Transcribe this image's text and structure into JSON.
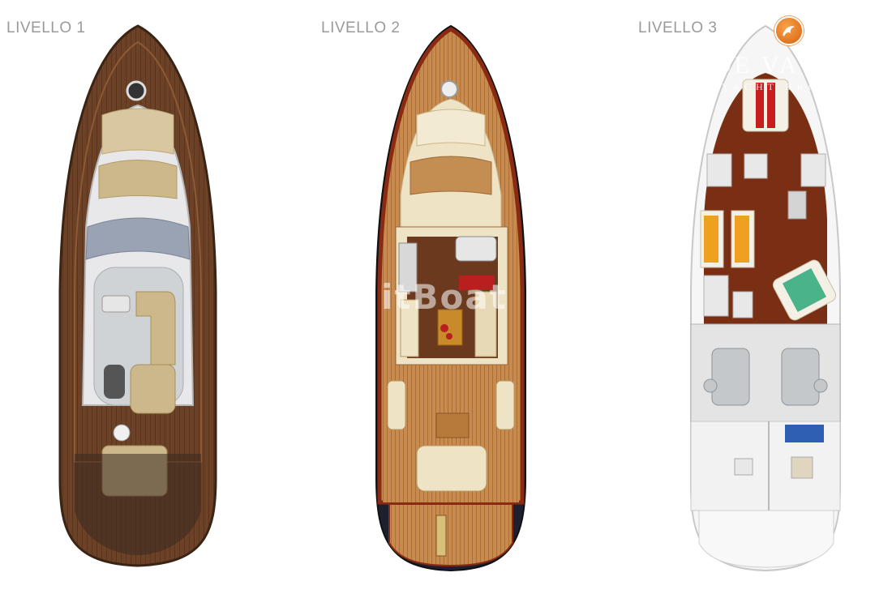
{
  "levels": [
    {
      "label": "LIVELLO 1"
    },
    {
      "label": "LIVELLO 2"
    },
    {
      "label": "LIVELLO 3"
    }
  ],
  "watermark": "itBoat",
  "brand": {
    "name": "DE VA",
    "tagline": "YACHT BRO"
  },
  "colors": {
    "teak_dark": "#6b4127",
    "teak_light": "#c98a4e",
    "hull_red": "#8a2a12",
    "cream": "#efe3c6",
    "grey_deck": "#cfd3d6",
    "logo_orange": "#e8782a"
  }
}
